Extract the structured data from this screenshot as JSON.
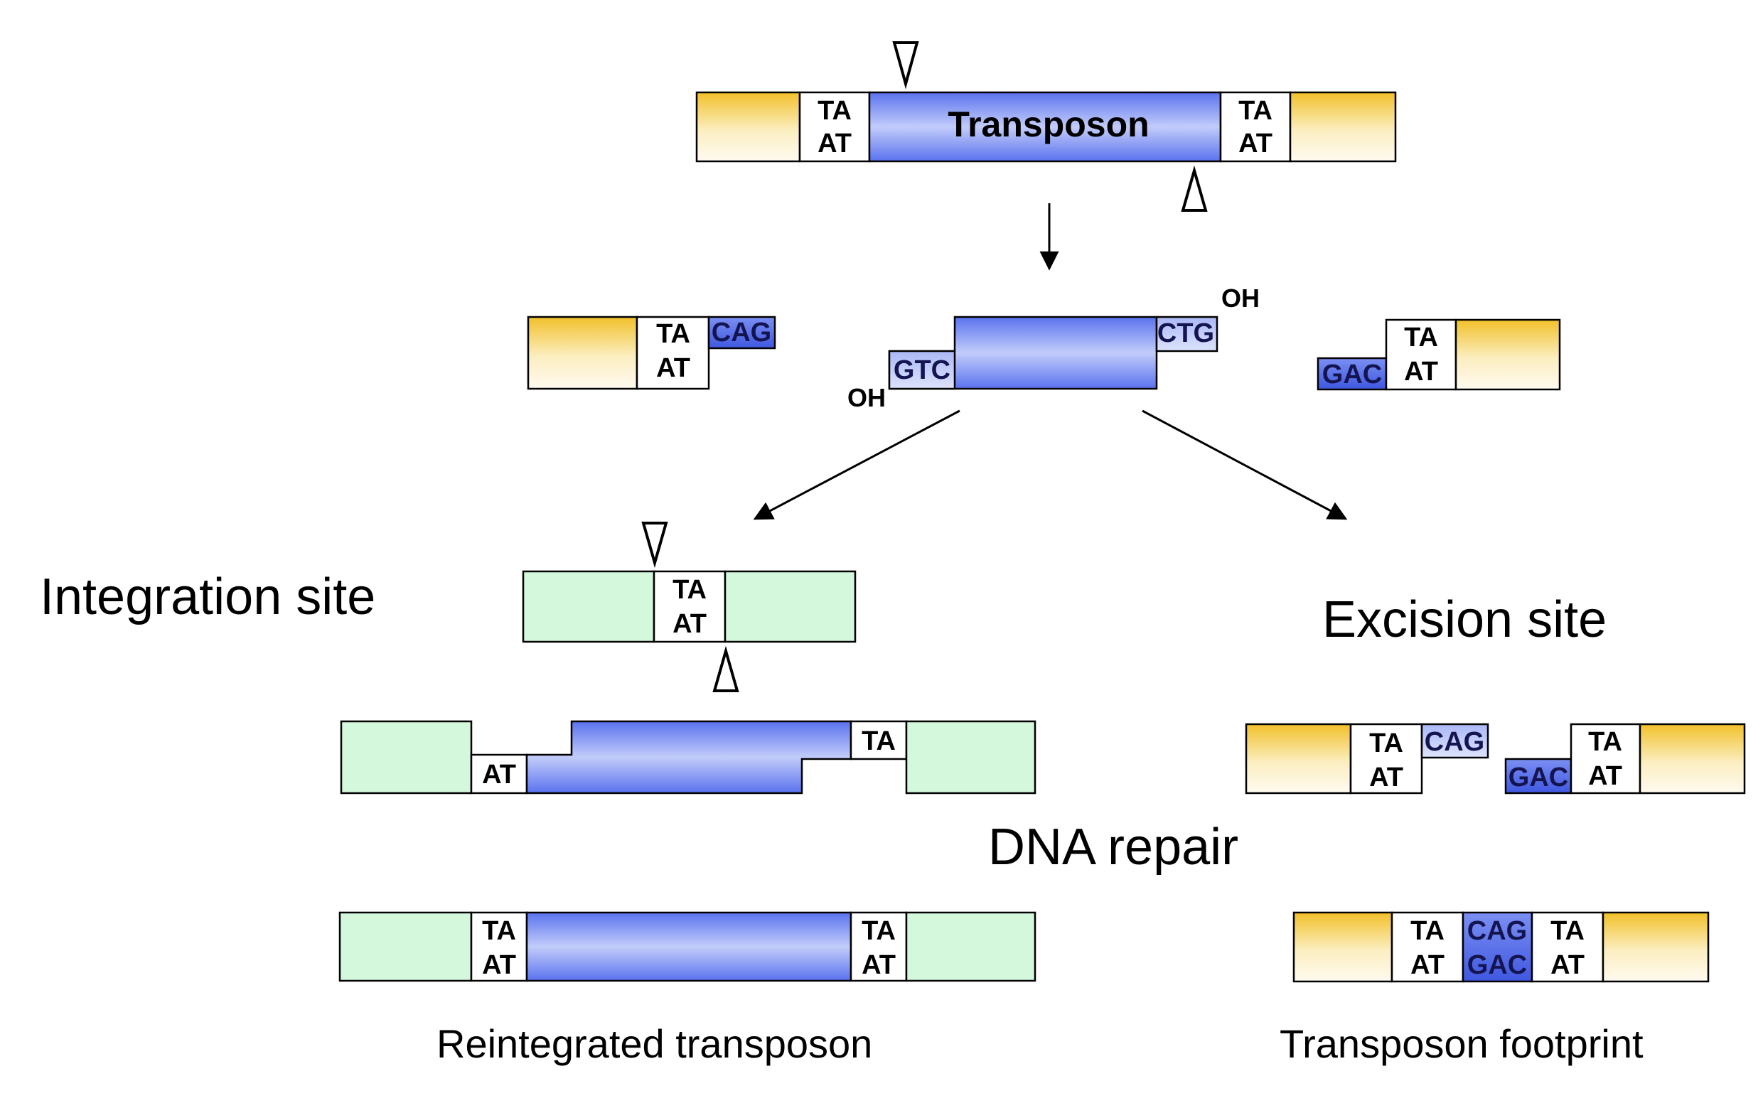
{
  "colors": {
    "flank_yellow": "#f2c02a",
    "transposon_blue": "#5f78f0",
    "target_green": "#d4f8dc",
    "sticky_end_light": "#bcc8f8",
    "sticky_end_dark": "#4f66e6"
  },
  "top": {
    "transposon_label": "Transposon",
    "tsd_left": [
      "TA",
      "AT"
    ],
    "tsd_right": [
      "TA",
      "AT"
    ]
  },
  "excised": {
    "left_flank": {
      "tsd": [
        "TA",
        "AT"
      ],
      "overhang": "CAG"
    },
    "transposon": {
      "top_end": "CTG",
      "bottom_end": "GTC",
      "oh_top": "OH",
      "oh_bottom": "OH"
    },
    "right_flank": {
      "tsd": [
        "TA",
        "AT"
      ],
      "overhang": "GAC"
    }
  },
  "labels": {
    "integration_site": "Integration site",
    "excision_site": "Excision site",
    "dna_repair": "DNA repair",
    "reintegrated": "Reintegrated transposon",
    "footprint": "Transposon footprint"
  },
  "integration": {
    "target_tsd": [
      "TA",
      "AT"
    ],
    "intermediate_left": "AT",
    "intermediate_right": "TA",
    "final_left": [
      "TA",
      "AT"
    ],
    "final_right": [
      "TA",
      "AT"
    ]
  },
  "excision": {
    "left": {
      "tsd": [
        "TA",
        "AT"
      ],
      "overhang": "CAG"
    },
    "right": {
      "tsd": [
        "TA",
        "AT"
      ],
      "overhang": "GAC"
    },
    "footprint_left": [
      "TA",
      "AT"
    ],
    "footprint_middle": [
      "CAG",
      "GAC"
    ],
    "footprint_right": [
      "TA",
      "AT"
    ]
  }
}
